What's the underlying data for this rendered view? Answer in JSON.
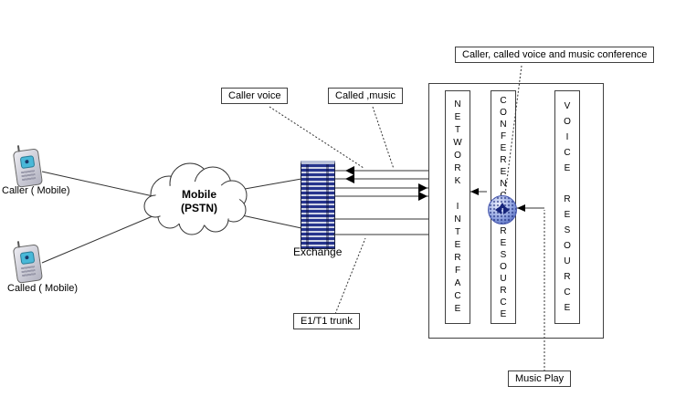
{
  "diagram": {
    "caller_label": "Caller ( Mobile)",
    "called_label": "Called ( Mobile)",
    "cloud_label": "Mobile\n(PSTN)",
    "exchange_label": "Exchange",
    "callouts": {
      "caller_voice": "Caller voice",
      "called_music": "Called ,music",
      "conference": "Caller, called voice and  music conference",
      "e1t1_trunk": "E1/T1 trunk",
      "music_play": "Music Play"
    },
    "blocks": {
      "network_interface": "N\nE\nT\nW\nO\nR\nK\n \nI\nN\nT\nE\nR\nF\nA\nC\nE",
      "conference_resource": "C\nO\nN\nF\nE\nR\nE\nN\nC\nE\n \nR\nE\nS\nO\nU\nR\nC\nE",
      "voice_resource": "V\nO\nI\nC\nE\n \nR\nE\nS\nO\nU\nR\nC\nE"
    },
    "colors": {
      "sphere_blue": "#3c55b0",
      "phone_screen_cyan": "#49b8d8",
      "exchange_navy": "#26348e",
      "line_black": "#333333"
    }
  }
}
